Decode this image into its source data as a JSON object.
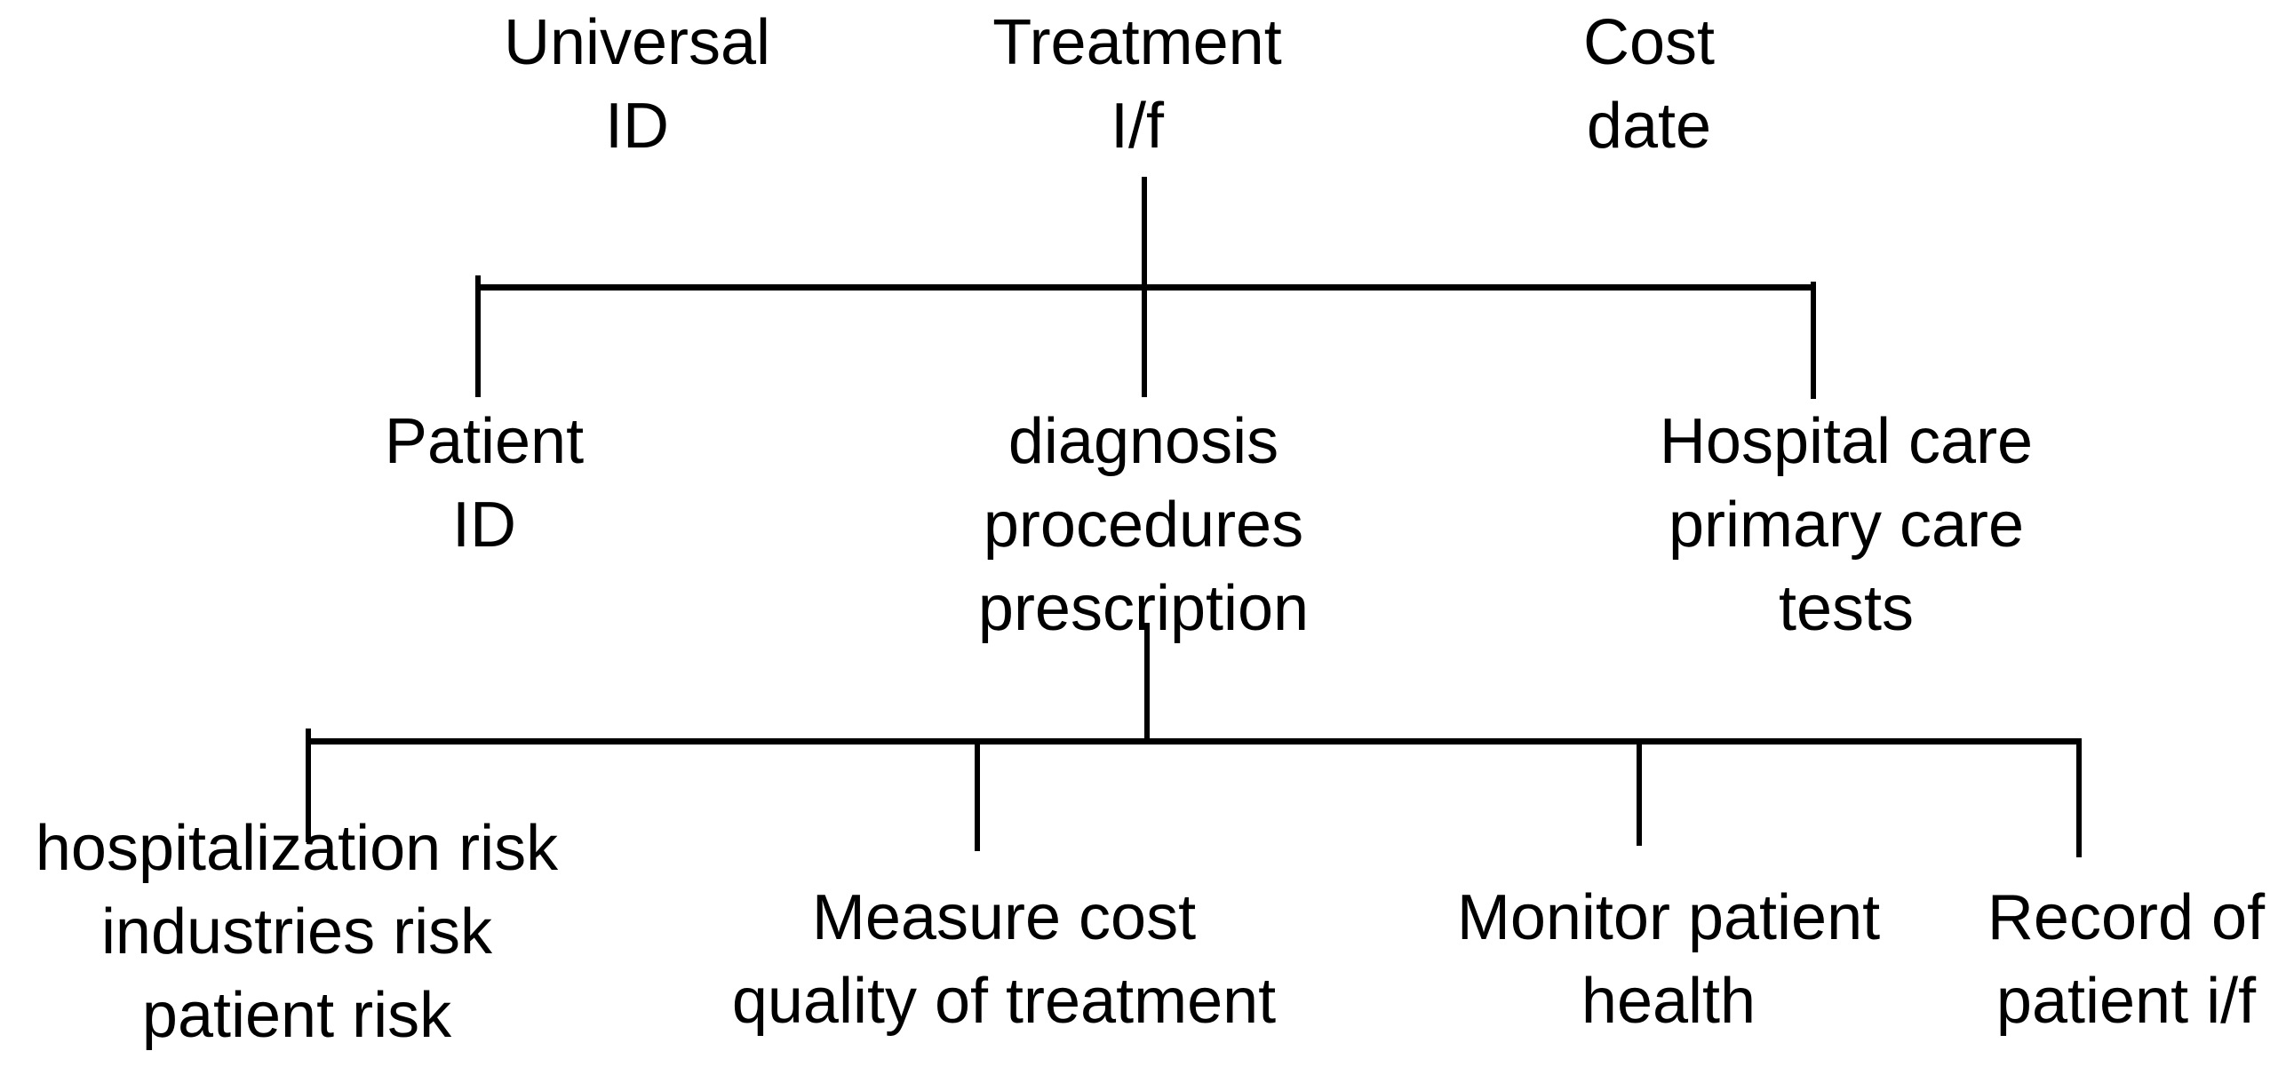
{
  "diagram": {
    "type": "tree-hierarchy",
    "background_color": "#ffffff",
    "line_color": "#000000",
    "text_color": "#000000",
    "nodes": {
      "universal_id": {
        "lines": [
          "Universal",
          "ID"
        ]
      },
      "treatment_if": {
        "lines": [
          "Treatment",
          "I/f"
        ]
      },
      "cost_date": {
        "lines": [
          "Cost",
          "date"
        ]
      },
      "patient_id": {
        "lines": [
          "Patient",
          "ID"
        ]
      },
      "diagnosis": {
        "lines": [
          "diagnosis",
          "procedures",
          "prescription"
        ]
      },
      "hospital_care": {
        "lines": [
          "Hospital care",
          "primary care",
          "tests"
        ]
      },
      "risks": {
        "lines": [
          "hospitalization risk",
          "industries risk",
          "patient risk"
        ]
      },
      "measure_cost": {
        "lines": [
          "Measure cost",
          "quality of treatment"
        ]
      },
      "monitor_patient": {
        "lines": [
          "Monitor patient",
          "health"
        ]
      },
      "record_patient": {
        "lines": [
          "Record of",
          "patient i/f"
        ]
      }
    },
    "edges": [
      {
        "from": "treatment_if",
        "to": [
          "patient_id",
          "diagnosis",
          "hospital_care"
        ]
      },
      {
        "from": "diagnosis",
        "to": [
          "risks",
          "measure_cost",
          "monitor_patient",
          "record_patient"
        ]
      }
    ]
  }
}
